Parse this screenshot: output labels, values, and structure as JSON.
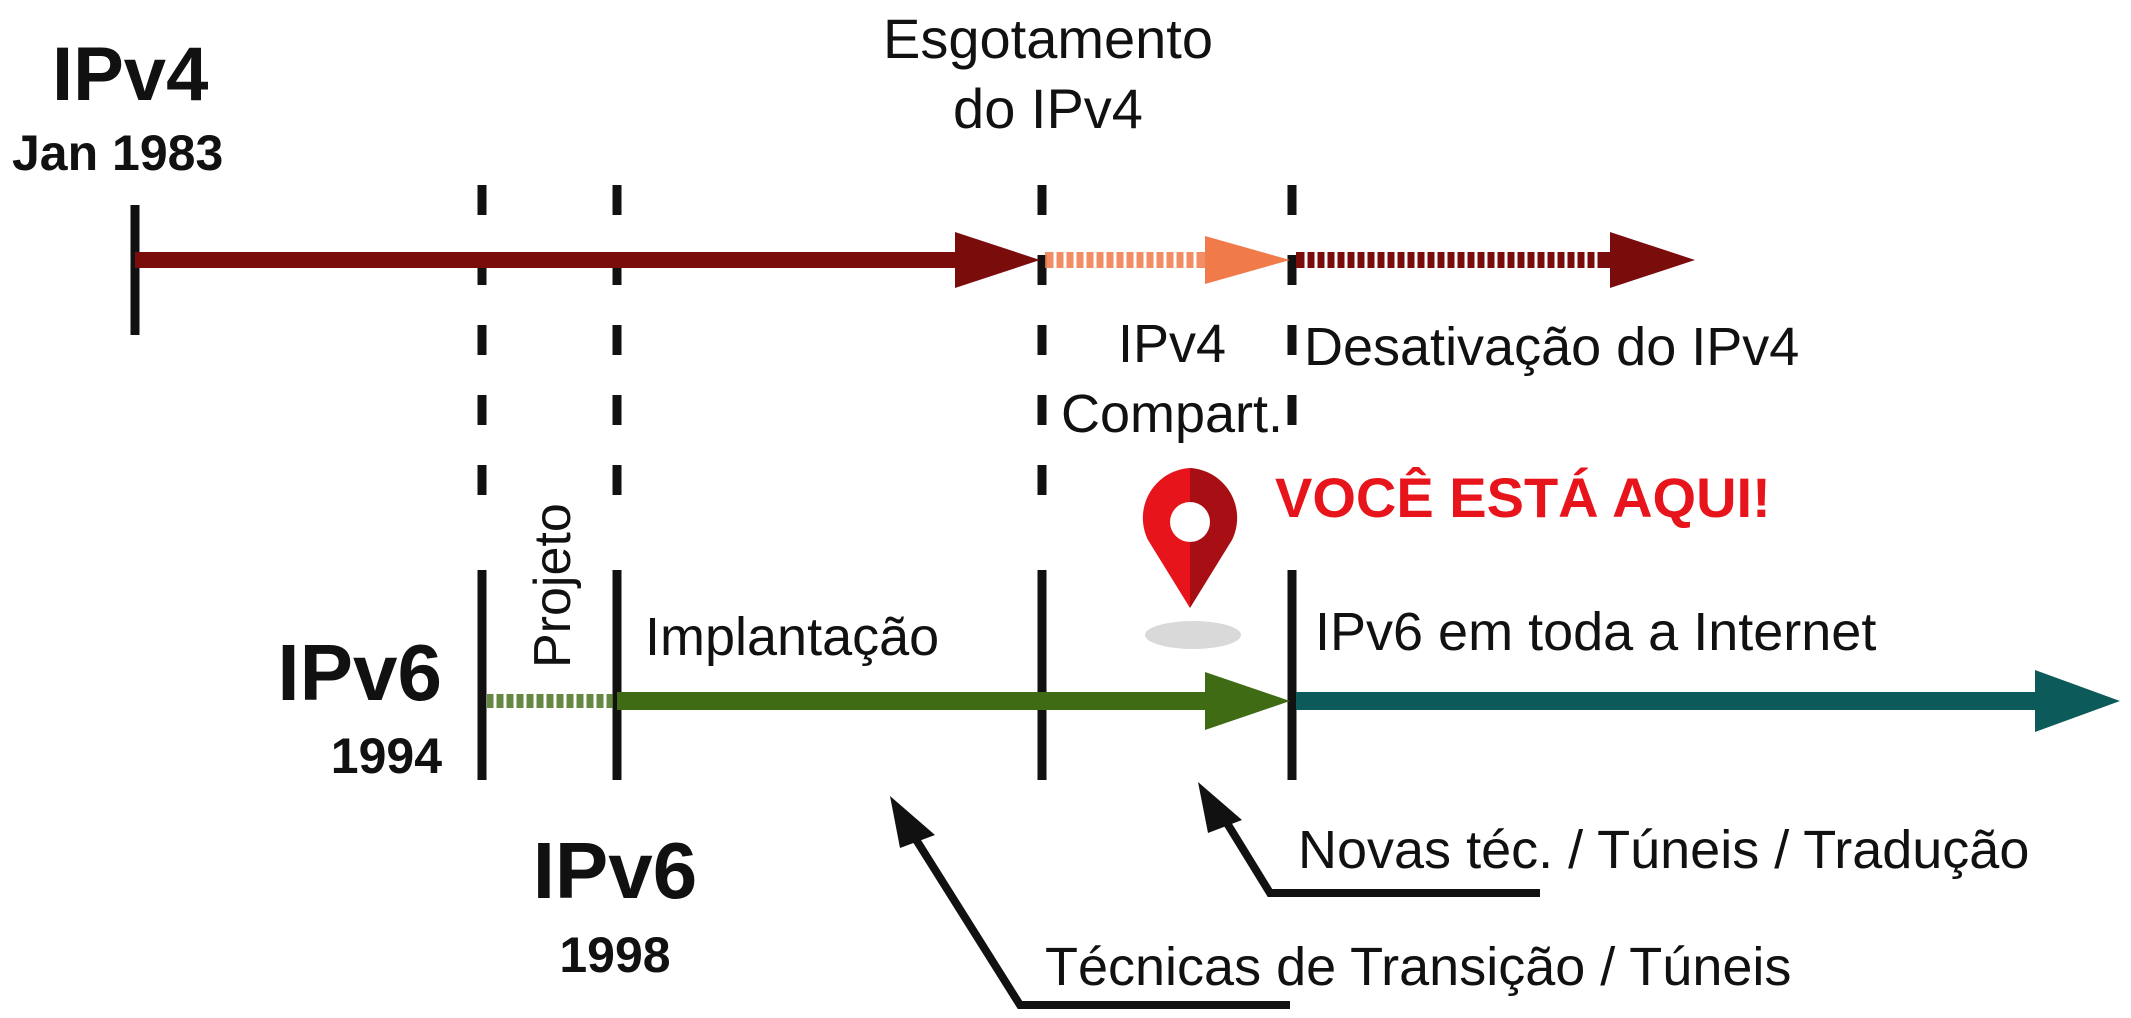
{
  "ipv4": {
    "title": "IPv4",
    "date": "Jan 1983",
    "exhaustion_label": [
      "Esgotamento",
      "do IPv4"
    ],
    "shared_label": [
      "IPv4",
      "Compart."
    ],
    "deactivation_label": "Desativação do IPv4"
  },
  "ipv6_1994": {
    "title": "IPv6",
    "year": "1994"
  },
  "ipv6_1998": {
    "title": "IPv6",
    "year": "1998"
  },
  "phases": {
    "project": "Projeto",
    "deployment": "Implantação",
    "everywhere": "IPv6 em toda a Internet"
  },
  "callouts": {
    "you_are_here": "VOCÊ ESTÁ AQUI!",
    "new_techniques": "Novas téc. / Túneis / Tradução",
    "transition_techniques": "Técnicas de Transição / Túneis"
  },
  "colors": {
    "ipv4_line": "#7a0c0c",
    "ipv4_shared": "#f07a4a",
    "ipv6_project": "#3e6b14",
    "ipv6_line": "#3e6b14",
    "ipv6_internet": "#0c5a5a",
    "you_are_here": "#e8141b",
    "ink": "#111111"
  },
  "icons": {
    "location_pin": "map-pin-icon"
  }
}
